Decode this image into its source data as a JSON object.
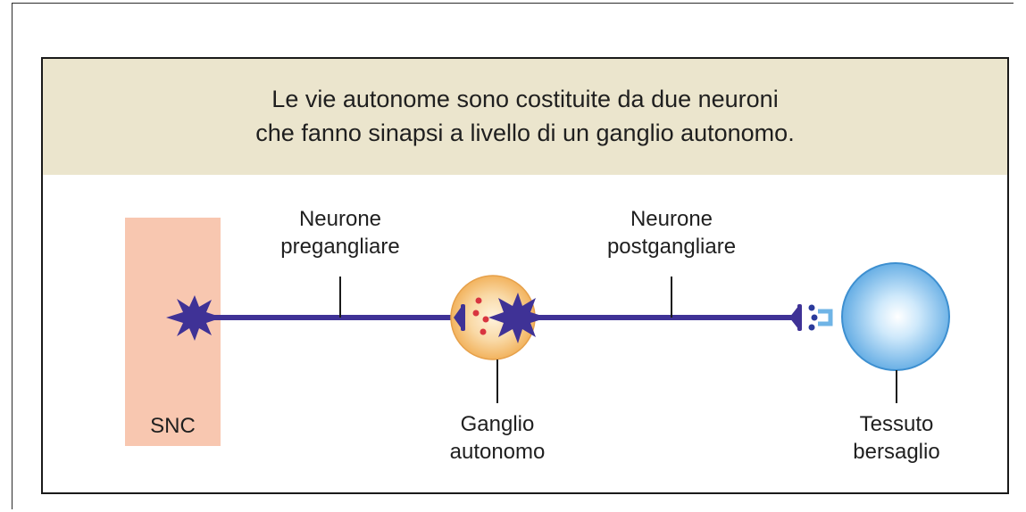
{
  "header": {
    "line1": "Le vie autonome sono costituite da due neuroni",
    "line2": "che fanno sinapsi a livello di un ganglio autonomo."
  },
  "labels": {
    "cns": "SNC",
    "preganglionic_line1": "Neurone",
    "preganglionic_line2": "pregangliare",
    "postganglionic_line1": "Neurone",
    "postganglionic_line2": "postgangliare",
    "ganglion_line1": "Ganglio",
    "ganglion_line2": "autonomo",
    "target_line1": "Tessuto",
    "target_line2": "bersaglio"
  },
  "colors": {
    "header_bg": "#ebe5cd",
    "cns_region": "#f8c7b0",
    "neuron": "#3f3296",
    "ganglion": "#f6c07a",
    "neurotransmitter_pre": "#d8343f",
    "neurotransmitter_post": "#2b3b9c",
    "target_cell": "#7cc0ec"
  }
}
